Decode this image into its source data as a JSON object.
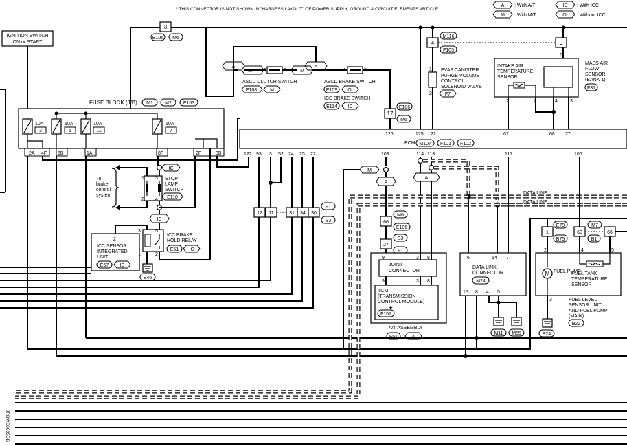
{
  "notes": {
    "header": "*:THIS CONNECTOR IS NOT SHOWN IN \"HARNESS LAYOUT\" OF POWER SUPPLY, GROUND & CIRCUIT ELEMENTS ARTICLE.",
    "side_code": "JRBWC0635GB"
  },
  "legend": [
    {
      "symbol": "A",
      "text": ": With A/T"
    },
    {
      "symbol": "M",
      "text": ": With M/T"
    },
    {
      "symbol": "IC",
      "text": ": With ICC"
    },
    {
      "symbol": "OI",
      "text": ": Without ICC"
    }
  ],
  "ignition": {
    "line1": "IGNITION SWITCH",
    "line2": "ON or START"
  },
  "fuse_block": {
    "title": "FUSE BLOCK (J/B)",
    "connectors": [
      "M1",
      "M2",
      "E103"
    ],
    "fuses": [
      {
        "rating": "10A",
        "num": "3"
      },
      {
        "rating": "10A",
        "num": "6"
      },
      {
        "rating": "10A",
        "num": "11"
      },
      {
        "rating": "10A",
        "num": "7"
      }
    ],
    "terminals": [
      "2A",
      "4F",
      "6B",
      "1A",
      "8F",
      "2F",
      "3B"
    ]
  },
  "top_connector": {
    "num": "3",
    "conn1": "E106",
    "conn2": "M6"
  },
  "clutch_switch": {
    "name": "ASCD CLUTCH SWITCH",
    "conn1": "E108",
    "conn2": "M",
    "pin1": "1",
    "pin2": "2"
  },
  "brake_switch": {
    "name": "ASCD BRAKE SWITCH",
    "conn1": "E109",
    "conn2": "OI",
    "name2": "ICC BRAKE SWITCH",
    "conn3": "E114",
    "conn4": "IC",
    "pin1": "1",
    "pin2": "2"
  },
  "pill_m": "M",
  "pill_a": "A",
  "e106_conn": {
    "num": "17",
    "c1": "E106",
    "c2": "M6",
    "wire": "126"
  },
  "evap": {
    "line1": "EVAP CANISTER",
    "line2": "PURGE VOLUME",
    "line3": "CONTROL",
    "line4": "SOLENOID VALVE",
    "conn": "F7",
    "pin1": "1",
    "pin2": "2"
  },
  "evap_conn": {
    "num": "4",
    "c1": "M116",
    "c2": "F103"
  },
  "maf": {
    "title1": "MASS AIR",
    "title2": "FLOW",
    "title3": "SENSOR",
    "title4": "(BANK 1)",
    "conn": "F31",
    "iat1": "INTAKE AIR",
    "iat2": "TEMPERATURE",
    "iat3": "SENSOR",
    "pins": [
      "5",
      "2",
      "1",
      "4",
      "3"
    ],
    "conn_num": "9"
  },
  "ecm": {
    "label": "ECM",
    "connectors": [
      "M107",
      "F101",
      "F102"
    ],
    "top_pins": [
      "126",
      "125",
      "21",
      "67",
      "68",
      "77"
    ],
    "bottom_pins": [
      "122",
      "93",
      "3",
      "52",
      "24",
      "25",
      "22",
      "109",
      "114",
      "113",
      "117",
      "106"
    ]
  },
  "stop_lamp": {
    "line1": "STOP",
    "line2": "LAMP",
    "line3": "SWITCH",
    "conn": "E110",
    "pins": [
      "1",
      "2",
      "3",
      "4"
    ],
    "ic": "IC"
  },
  "brake_control": {
    "line1": "To",
    "line2": "brake",
    "line3": "control",
    "line4": "system"
  },
  "icc_relay": {
    "line1": "ICC BRAKE",
    "line2": "HOLD RELAY",
    "conn": "E51",
    "ic": "IC",
    "pins": [
      "1",
      "2",
      "3",
      "5"
    ]
  },
  "icc_sensor": {
    "pin": "2",
    "line1": "ICC SENSOR",
    "line2": "INTEGRATED",
    "line3": "UNIT",
    "conn": "E67",
    "ic": "IC",
    "ground": "E46"
  },
  "mid_conn": {
    "pins": [
      "12",
      "11",
      "31",
      "34",
      "30"
    ],
    "c1": "F1",
    "c2": "E3"
  },
  "joint": {
    "conn66": "66",
    "c66a": "M6",
    "c66b": "E106",
    "conn27": "27",
    "c27a": "E3",
    "c27b": "F1",
    "name1": "JOINT",
    "name2": "CONNECTOR",
    "pins": [
      "9",
      "3",
      "8",
      "9",
      "3",
      "8"
    ]
  },
  "tcm": {
    "line1": "TCM",
    "line2": "(TRANSMISSION",
    "line3": "CONTROL MODULE)",
    "star": "★",
    "conn": "F157"
  },
  "at_assembly": {
    "label": "A/T ASSEMBLY",
    "conn": "F51",
    "sym": "A"
  },
  "data_line": {
    "label1": "DATA LINE",
    "label2": "DATA LINE"
  },
  "dlc": {
    "line1": "DATA LINK",
    "line2": "CONNECTOR",
    "conn": "M24",
    "top_pins": [
      "6",
      "14",
      "7"
    ],
    "bottom_pins": [
      "16",
      "8",
      "4",
      "5"
    ],
    "grounds": [
      "M11",
      "M55"
    ]
  },
  "fuel": {
    "conn_e79": "E79",
    "conn_b75": "B75",
    "pin1": "1",
    "conn_m7": "M7",
    "conn_b1": "B1",
    "pin60": "60",
    "pin66": "66",
    "pump": "FUEL PUMP",
    "temp1": "FUEL TANK",
    "temp2": "TEMPERATURE",
    "temp3": "SENSOR",
    "unit1": "FUEL LEVEL",
    "unit2": "SENSOR UNIT",
    "unit3": "AND FUEL PUMP",
    "unit4": "(MAIN)",
    "conn": "B22",
    "ground": "B24",
    "pins": [
      "2",
      "4",
      "5",
      "3"
    ]
  }
}
